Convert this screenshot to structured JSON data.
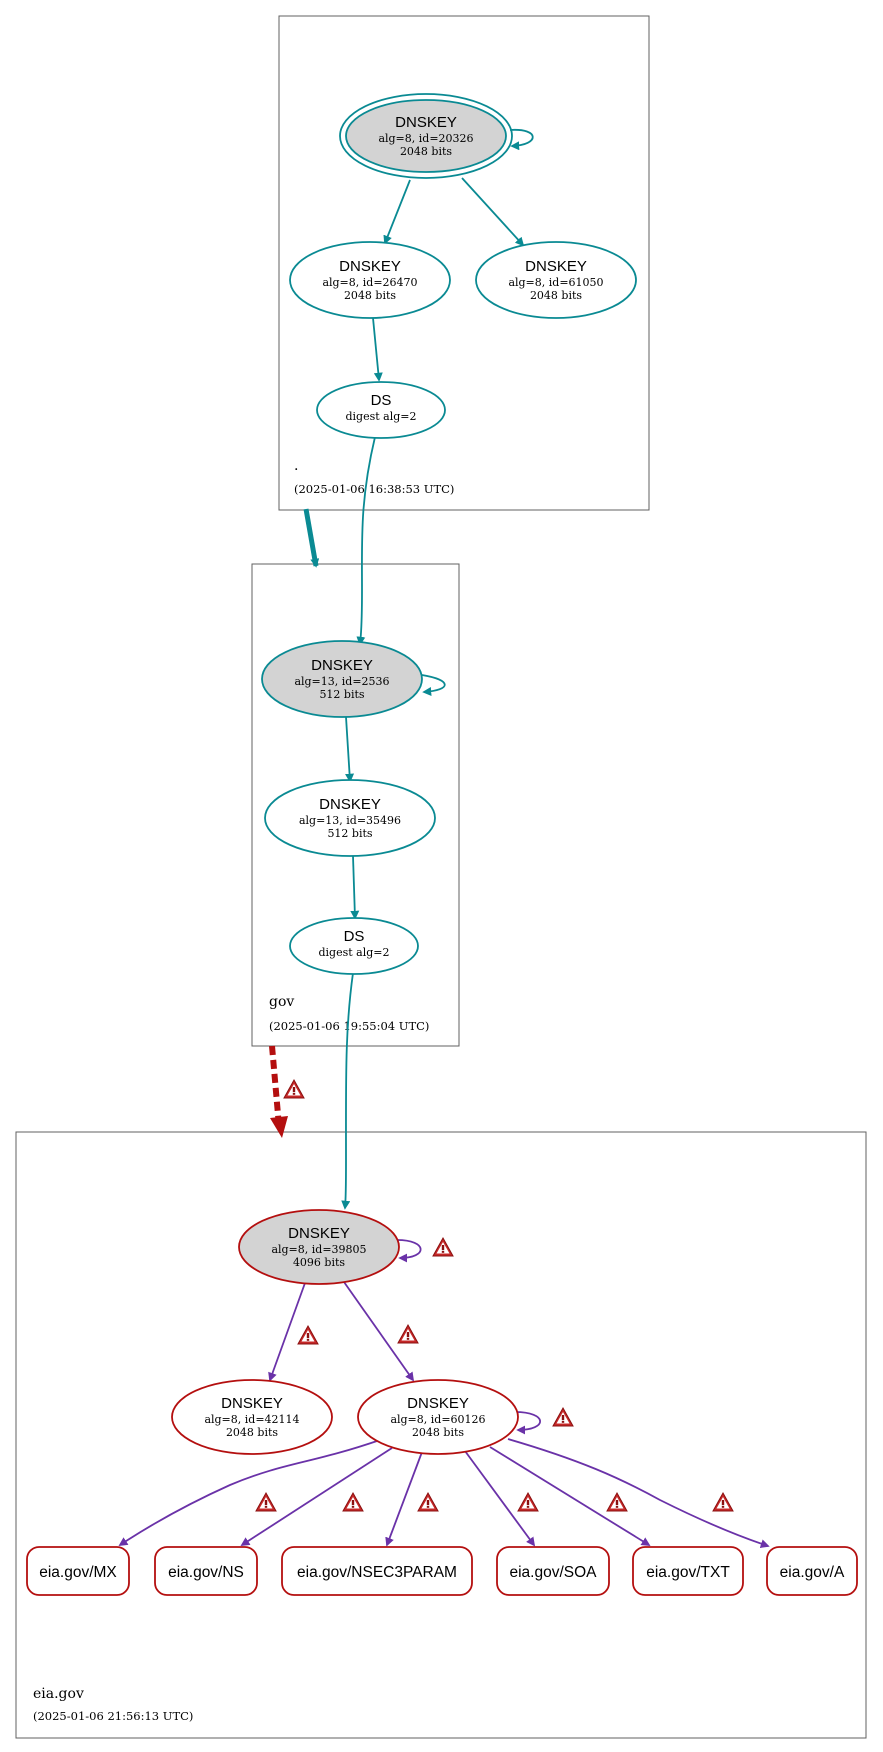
{
  "colors": {
    "secure": "#0a8a93",
    "bogus": "#b40f0f",
    "bogus_edge": "#6a32a8",
    "ksk_fill": "#d3d3d3",
    "warning": "#c62828"
  },
  "zones": {
    "root": {
      "name": ".",
      "timestamp": "(2025-01-06 16:38:53 UTC)"
    },
    "gov": {
      "name": "gov",
      "timestamp": "(2025-01-06 19:55:04 UTC)"
    },
    "eia": {
      "name": "eia.gov",
      "timestamp": "(2025-01-06 21:56:13 UTC)"
    }
  },
  "nodes": {
    "root_ksk": {
      "title": "DNSKEY",
      "line1": "alg=8, id=20326",
      "line2": "2048 bits"
    },
    "root_zsk1": {
      "title": "DNSKEY",
      "line1": "alg=8, id=26470",
      "line2": "2048 bits"
    },
    "root_zsk2": {
      "title": "DNSKEY",
      "line1": "alg=8, id=61050",
      "line2": "2048 bits"
    },
    "gov_ds": {
      "title": "DS",
      "line1": "digest alg=2"
    },
    "gov_ksk": {
      "title": "DNSKEY",
      "line1": "alg=13, id=2536",
      "line2": "512 bits"
    },
    "gov_zsk": {
      "title": "DNSKEY",
      "line1": "alg=13, id=35496",
      "line2": "512 bits"
    },
    "eia_ds": {
      "title": "DS",
      "line1": "digest alg=2"
    },
    "eia_ksk": {
      "title": "DNSKEY",
      "line1": "alg=8, id=39805",
      "line2": "4096 bits"
    },
    "eia_key1": {
      "title": "DNSKEY",
      "line1": "alg=8, id=42114",
      "line2": "2048 bits"
    },
    "eia_key2": {
      "title": "DNSKEY",
      "line1": "alg=8, id=60126",
      "line2": "2048 bits"
    }
  },
  "rrsets": [
    "eia.gov/MX",
    "eia.gov/NS",
    "eia.gov/NSEC3PARAM",
    "eia.gov/SOA",
    "eia.gov/TXT",
    "eia.gov/A"
  ],
  "icons": {
    "warning": "warning-triangle-icon"
  }
}
